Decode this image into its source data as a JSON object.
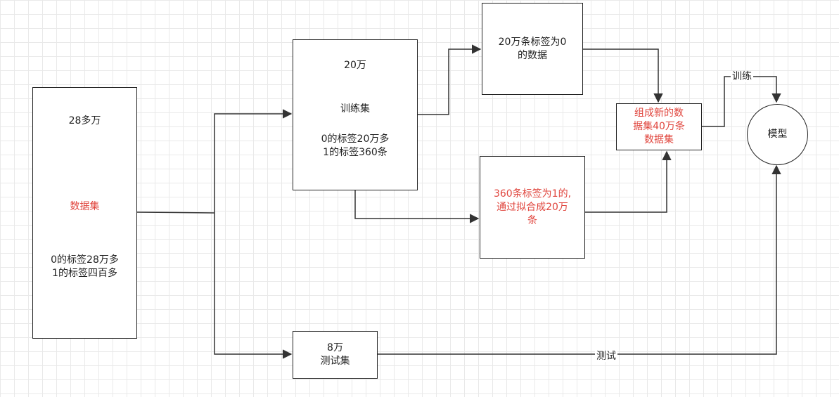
{
  "nodes": {
    "dataset": {
      "size": "28多万",
      "name": "数据集",
      "label0": "0的标签28万多",
      "label1": "1的标签四百多"
    },
    "train": {
      "size": "20万",
      "name": "训练集",
      "label0": "0的标签20万多",
      "label1": "1的标签360条"
    },
    "test": {
      "size": "8万",
      "name": "测试集"
    },
    "label0_box": {
      "line1": "20万条标签为0",
      "line2": "的数据"
    },
    "label1_box": {
      "line1": "360条标签为1的,",
      "line2": "通过拟合成20万",
      "line3": "条"
    },
    "combined": {
      "line1": "组成新的数",
      "line2": "据集40万条",
      "line3": "数据集"
    },
    "model": {
      "name": "模型"
    }
  },
  "edge_labels": {
    "train": "训练",
    "test": "测试"
  },
  "colors": {
    "highlight": "#e0453d",
    "line": "#333333",
    "grid": "#e9e9e9"
  }
}
